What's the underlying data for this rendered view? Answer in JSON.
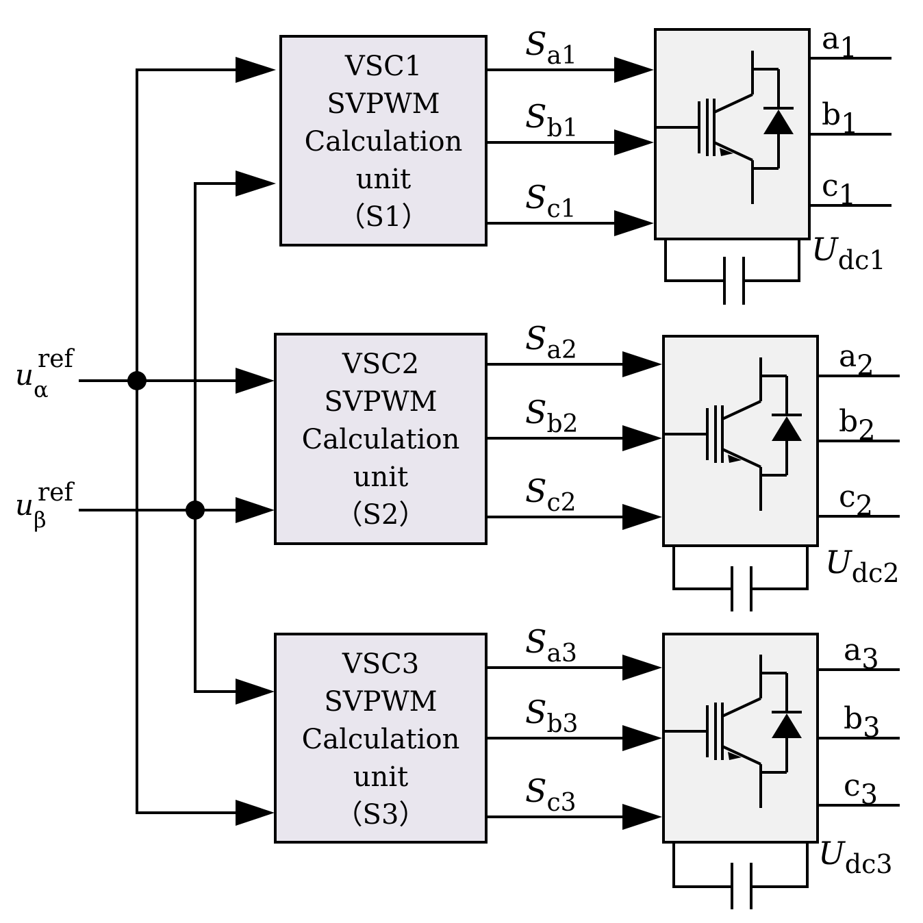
{
  "inputs": {
    "alpha": {
      "base": "u",
      "sub": "α",
      "sup": "ref"
    },
    "beta": {
      "base": "u",
      "sub": "β",
      "sup": "ref"
    }
  },
  "units": [
    {
      "lines": [
        "VSC1",
        "SVPWM",
        "Calculation",
        "unit",
        "（S1）"
      ],
      "signals": [
        {
          "base": "S",
          "sub": "a1"
        },
        {
          "base": "S",
          "sub": "b1"
        },
        {
          "base": "S",
          "sub": "c1"
        }
      ],
      "outputs": [
        {
          "base": "a",
          "sub": "1"
        },
        {
          "base": "b",
          "sub": "1"
        },
        {
          "base": "c",
          "sub": "1"
        }
      ],
      "dc": {
        "base": "U",
        "sub": "dc1"
      }
    },
    {
      "lines": [
        "VSC2",
        "SVPWM",
        "Calculation",
        "unit",
        "（S2）"
      ],
      "signals": [
        {
          "base": "S",
          "sub": "a2"
        },
        {
          "base": "S",
          "sub": "b2"
        },
        {
          "base": "S",
          "sub": "c2"
        }
      ],
      "outputs": [
        {
          "base": "a",
          "sub": "2"
        },
        {
          "base": "b",
          "sub": "2"
        },
        {
          "base": "c",
          "sub": "2"
        }
      ],
      "dc": {
        "base": "U",
        "sub": "dc2"
      }
    },
    {
      "lines": [
        "VSC3",
        "SVPWM",
        "Calculation",
        "unit",
        "（S3）"
      ],
      "signals": [
        {
          "base": "S",
          "sub": "a3"
        },
        {
          "base": "S",
          "sub": "b3"
        },
        {
          "base": "S",
          "sub": "c3"
        }
      ],
      "outputs": [
        {
          "base": "a",
          "sub": "3"
        },
        {
          "base": "b",
          "sub": "3"
        },
        {
          "base": "c",
          "sub": "3"
        }
      ],
      "dc": {
        "base": "U",
        "sub": "dc3"
      }
    }
  ]
}
